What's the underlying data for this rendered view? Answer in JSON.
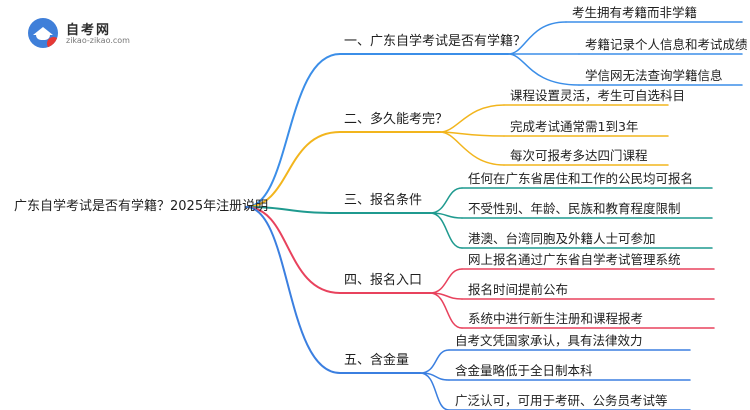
{
  "logo": {
    "name": "自考网",
    "url": "zikao-zikao.com"
  },
  "root": "广东自学考试是否有学籍？2025年注册说明",
  "branches": [
    {
      "label": "一、广东自学考试是否有学籍？",
      "color": "#3b8ee8",
      "leaves": [
        "考生拥有考籍而非学籍",
        "考籍记录个人信息和考试成绩",
        "学信网无法查询学籍信息"
      ]
    },
    {
      "label": "二、多久能考完？",
      "color": "#f2b51d",
      "leaves": [
        "课程设置灵活，考生可自选科目",
        "完成考试通常需1到3年",
        "每次可报考多达四门课程"
      ]
    },
    {
      "label": "三、报名条件",
      "color": "#1f9a8f",
      "leaves": [
        "任何在广东省居住和工作的公民均可报名",
        "不受性别、年龄、民族和教育程度限制",
        "港澳、台湾同胞及外籍人士可参加"
      ]
    },
    {
      "label": "四、报名入口",
      "color": "#e8425d",
      "leaves": [
        "网上报名通过广东省自学考试管理系统",
        "报名时间提前公布",
        "系统中进行新生注册和课程报考"
      ]
    },
    {
      "label": "五、含金量",
      "color": "#3b7fe0",
      "leaves": [
        "自考文凭国家承认，具有法律效力",
        "含金量略低于全日制本科",
        "广泛认可，可用于考研、公务员考试等"
      ]
    }
  ]
}
